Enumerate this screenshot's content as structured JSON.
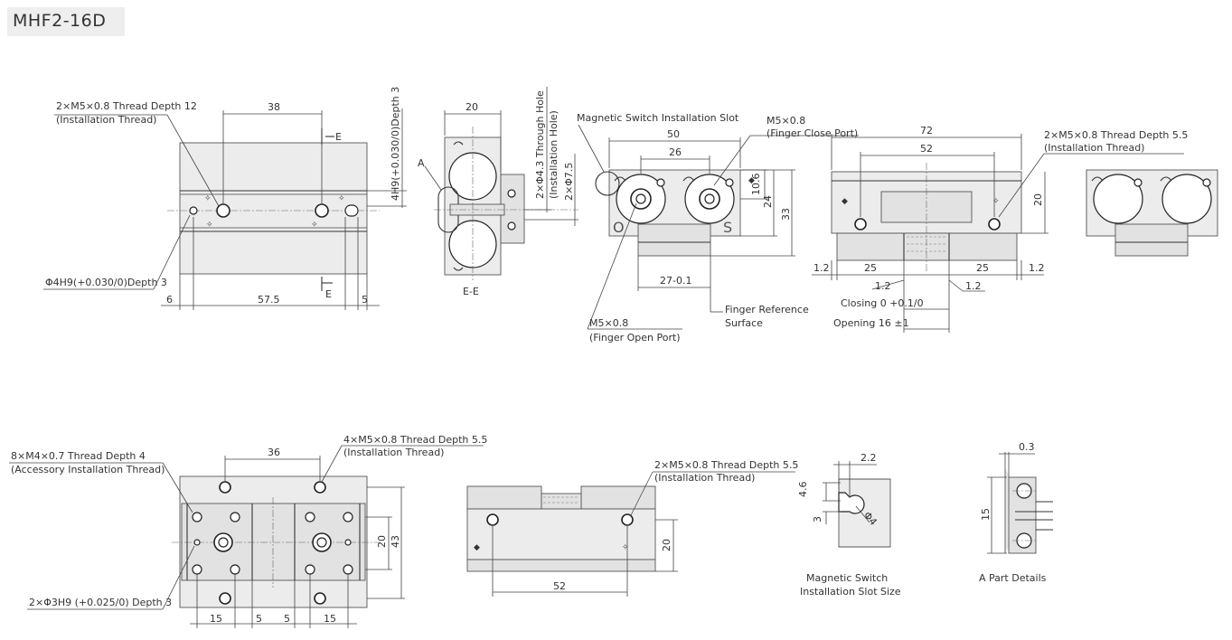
{
  "title": "MHF2-16D",
  "view1": {
    "note1_line1": "2×M5×0.8 Thread Depth 12",
    "note1_line2": "(Installation Thread)",
    "dim_38": "38",
    "section_mark": "E",
    "depth_note": "4H9(+0.030/0)Depth 3",
    "pin_note": "Φ4H9(+0.030/0)Depth 3",
    "dim_6": "6",
    "dim_57_5": "57.5",
    "dim_5": "5"
  },
  "view2": {
    "dim_20": "20",
    "label_a": "A",
    "through_line1": "2×Φ4.3 Through Hole",
    "through_line2": "(Installation Hole)",
    "dia_7_5": "2×Φ7.5",
    "section_label": "E-E"
  },
  "view3": {
    "slot_label": "Magnetic Switch Installation Slot",
    "close_line1": "M5×0.8",
    "close_line2": "(Finger Close Port)",
    "dim_50": "50",
    "dim_26": "26",
    "dim_10_6": "10.6",
    "dim_24": "24",
    "dim_33": "33",
    "letter_o": "O",
    "letter_s": "S",
    "dim_27": "27-0.1",
    "ref_line1": "Finger Reference",
    "ref_line2": "Surface",
    "open_line1": "M5×0.8",
    "open_line2": "(Finger Open Port)"
  },
  "view4": {
    "dim_72": "72",
    "dim_52": "52",
    "dim_20": "20",
    "dim_1_2": "1.2",
    "dim_25": "25",
    "closing": "Closing 0 +0.1/0",
    "opening": "Opening 16 ±1"
  },
  "view5": {
    "note_line1": "2×M5×0.8 Thread Depth 5.5",
    "note_line2": "(Installation Thread)"
  },
  "view6": {
    "acc_line1": "8×M4×0.7 Thread Depth 4",
    "acc_line2": "(Accessory Installation Thread)",
    "inst_line1": "4×M5×0.8 Thread Depth 5.5",
    "inst_line2": "(Installation Thread)",
    "dim_36": "36",
    "dim_20": "20",
    "dim_43": "43",
    "pin_note": "2×Φ3H9 (+0.025/0) Depth 3",
    "dim_15": "15",
    "dim_5": "5"
  },
  "view7": {
    "note_line1": "2×M5×0.8 Thread Depth 5.5",
    "note_line2": "(Installation Thread)",
    "dim_52": "52",
    "dim_20": "20"
  },
  "detail_slot": {
    "dim_2_2": "2.2",
    "dim_4_6": "4.6",
    "dim_3": "3",
    "dim_phi4": "Φ4",
    "caption_line1": "Magnetic Switch",
    "caption_line2": "Installation Slot Size"
  },
  "detail_a": {
    "dim_0_3": "0.3",
    "dim_15": "15",
    "caption": "A Part Details"
  }
}
